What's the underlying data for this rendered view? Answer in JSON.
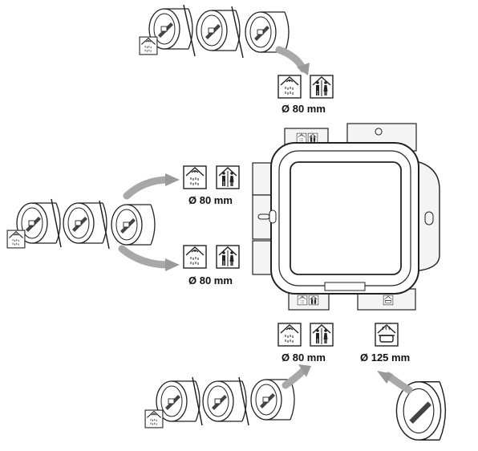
{
  "labels": {
    "top": "Ø 80 mm",
    "mid_upper": "Ø 80 mm",
    "mid_lower": "Ø 80 mm",
    "bottom_left": "Ø 80 mm",
    "bottom_right": "Ø 125 mm"
  },
  "icons": {
    "room": "shower-room-icon",
    "toilet": "toilet-icon",
    "kitchen": "kitchen-pot-icon",
    "fan": "fan-icon"
  },
  "colors": {
    "line": "#222222",
    "arrow_gray": "#a8a8a8",
    "panel": "#eeeeee"
  }
}
